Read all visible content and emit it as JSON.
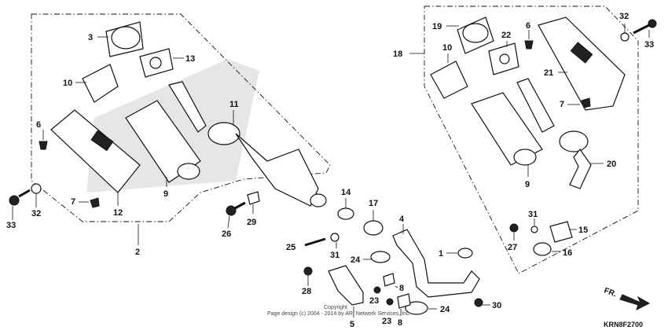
{
  "diagram_code": "KRN8F2700",
  "direction_label": "FR.",
  "copyright": {
    "line1": "Copyright",
    "line2": "Page design (c) 2004 - 2014 by ARI Network Services, Inc."
  },
  "callouts": {
    "c1": "1",
    "c2": "2",
    "c3": "3",
    "c4": "4",
    "c5": "5",
    "c6a": "6",
    "c6b": "6",
    "c7a": "7",
    "c7b": "7",
    "c8a": "8",
    "c8b": "8",
    "c9a": "9",
    "c9b": "9",
    "c10a": "10",
    "c10b": "10",
    "c11": "11",
    "c12": "12",
    "c13": "13",
    "c14": "14",
    "c15": "15",
    "c16": "16",
    "c17": "17",
    "c18": "18",
    "c19": "19",
    "c20": "20",
    "c21": "21",
    "c22": "22",
    "c23a": "23",
    "c23b": "23",
    "c24a": "24",
    "c24b": "24",
    "c25": "25",
    "c26": "26",
    "c27": "27",
    "c28": "28",
    "c29": "29",
    "c30": "30",
    "c31a": "31",
    "c31b": "31",
    "c32a": "32",
    "c32b": "32",
    "c33a": "33",
    "c33b": "33"
  }
}
